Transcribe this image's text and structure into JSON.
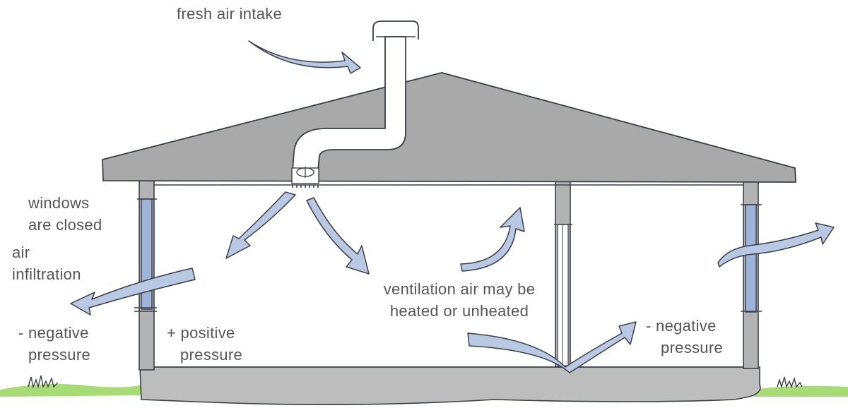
{
  "labels": {
    "fresh_air_intake": "fresh air intake",
    "windows_closed_1": "windows",
    "windows_closed_2": "are closed",
    "air_infiltration_1": "air",
    "air_infiltration_2": "infiltration",
    "neg_left_1": "- negative",
    "neg_left_2": "pressure",
    "pos_1": "+ positive",
    "pos_2": "pressure",
    "vent_1": "ventilation air may be",
    "vent_2": "heated or unheated",
    "neg_right_1": "- negative",
    "neg_right_2": "pressure"
  },
  "colors": {
    "roof_gray": "#a9a9a9",
    "wall_gray": "#b3b3b3",
    "floor_gray": "#bdbdbd",
    "arrow_fill": "#b9c9e4",
    "arrow_stroke": "#3a3f4a",
    "grass_green": "#8fcf5a",
    "window_blue": "#9fb4d8"
  }
}
